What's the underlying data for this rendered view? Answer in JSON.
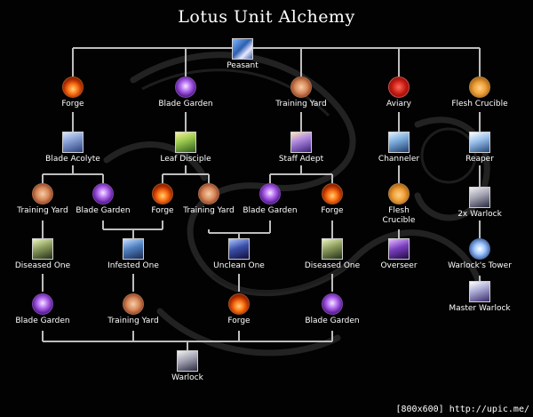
{
  "title": "Lotus Unit Alchemy",
  "footer": "[800x600] http://upic.me/",
  "nodes": {
    "peasant": "Peasant",
    "forge_top": "Forge",
    "garden_top": "Blade Garden",
    "yard_top": "Training Yard",
    "aviary": "Aviary",
    "crucible_top": "Flesh Crucible",
    "blade_acolyte": "Blade Acolyte",
    "leaf_disciple": "Leaf Disciple",
    "staff_adept": "Staff Adept",
    "channeler": "Channeler",
    "reaper": "Reaper",
    "yard_a": "Training Yard",
    "garden_a": "Blade Garden",
    "forge_a": "Forge",
    "yard_b": "Training Yard",
    "garden_b": "Blade Garden",
    "forge_b": "Forge",
    "crucible_b": "Flesh Crucible",
    "warlock_2x": "2x Warlock",
    "diseased_1": "Diseased One",
    "infested": "Infested One",
    "unclean": "Unclean One",
    "diseased_2": "Diseased One",
    "overseer": "Overseer",
    "warlock_tower": "Warlock's Tower",
    "garden_c": "Blade Garden",
    "yard_c": "Training Yard",
    "forge_c": "Forge",
    "garden_d": "Blade Garden",
    "master_warlock": "Master Warlock",
    "warlock_final": "Warlock"
  },
  "icons": {
    "peasant": "peasant-unit-icon",
    "forge": "forge-fire-icon",
    "garden": "blade-garden-icon",
    "yard": "training-yard-icon",
    "aviary": "aviary-icon",
    "crucible": "flesh-crucible-icon"
  },
  "colors": {
    "background": "#020202",
    "connector": "#bdbdbd",
    "text": "#ffffff"
  }
}
